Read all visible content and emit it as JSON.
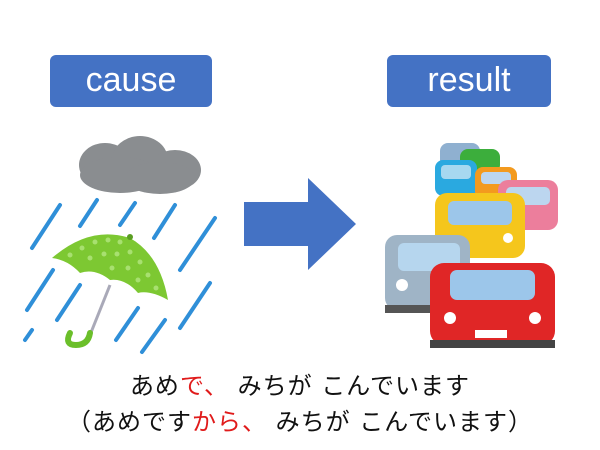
{
  "labels": {
    "cause": "cause",
    "result": "result"
  },
  "illustrations": {
    "cause": "rain-cloud-umbrella",
    "arrow": "right-arrow",
    "result": "traffic-jam-cars"
  },
  "colors": {
    "label_bg": "#4472c4",
    "arrow": "#4472c4",
    "highlight": "#e01b1b",
    "text": "#111111"
  },
  "sentences": {
    "line1": {
      "part1": "あめ",
      "highlight": "で、",
      "part2": " みちが こんでいます"
    },
    "line2": {
      "part1": "（あめです",
      "highlight": "から、",
      "part2": " みちが こんでいます）"
    }
  }
}
